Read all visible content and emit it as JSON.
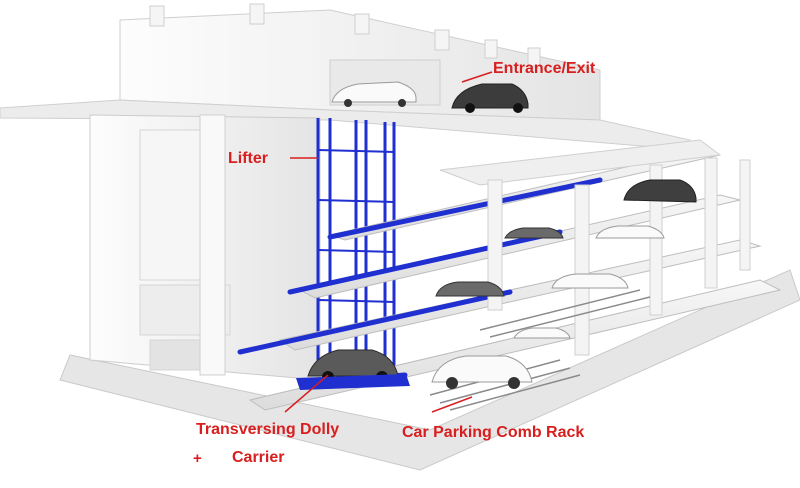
{
  "labels": {
    "entrance_exit": "Entrance/Exit",
    "lifter": "Lifter",
    "transversing_dolly": "Transversing Dolly",
    "plus": "+",
    "carrier": "Carrier",
    "comb_rack": "Car Parking Comb Rack"
  },
  "colors": {
    "callout": "#d81e1e",
    "steel_blue": "#1f2fd0",
    "concrete": "#f3f3f3",
    "concrete_shadow": "#d6d6d6",
    "car_white": "#fafafa",
    "car_dark": "#3c3c3c"
  }
}
